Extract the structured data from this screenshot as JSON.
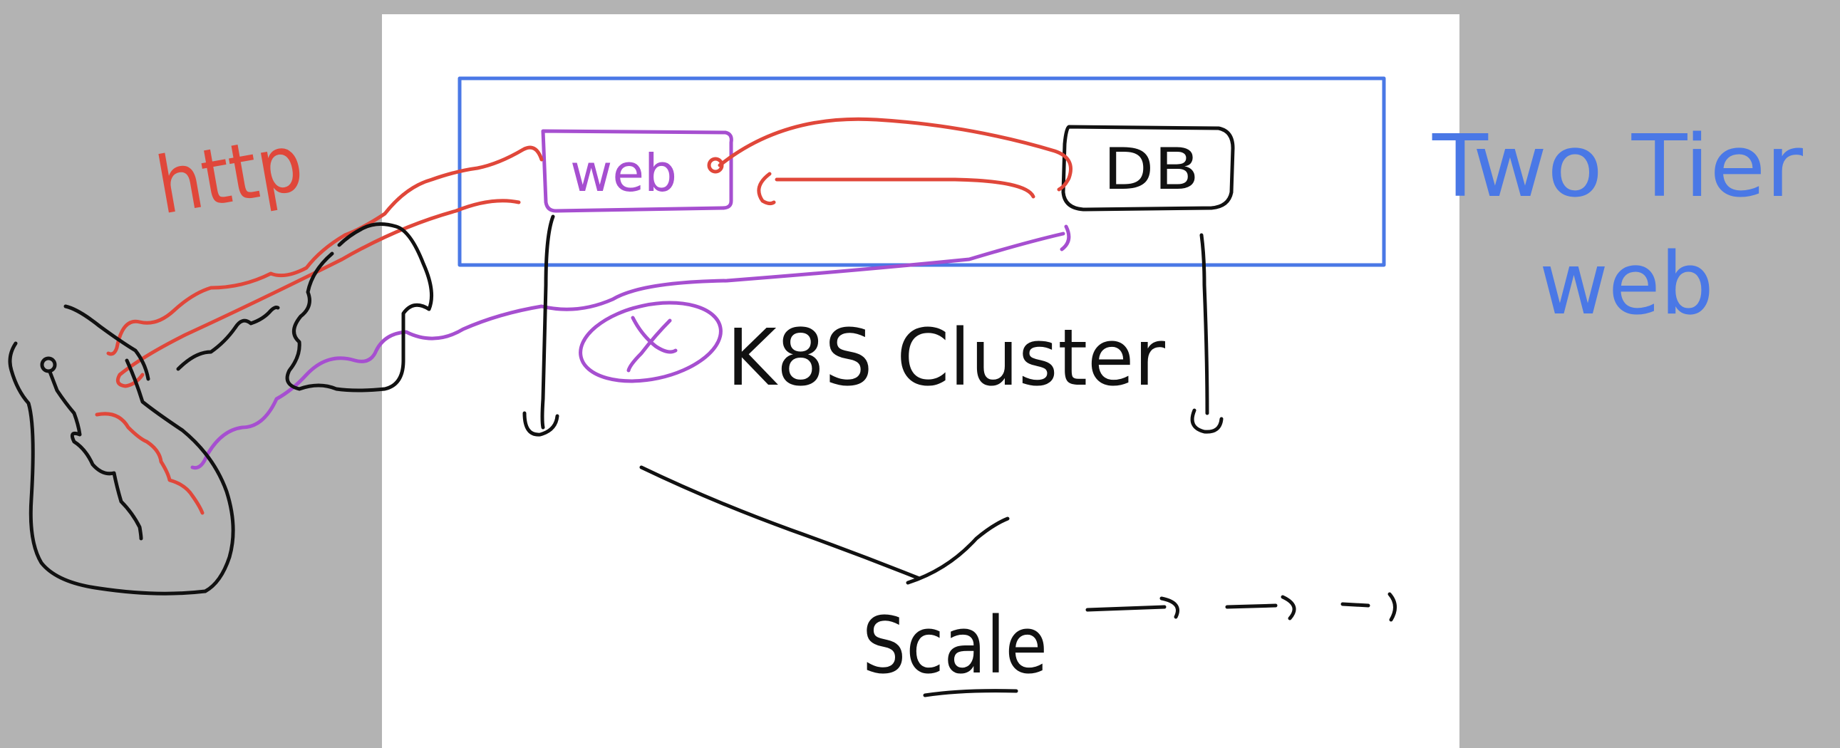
{
  "colors": {
    "background": "#b3b3b3",
    "page": "#ffffff",
    "black_ink": "#111111",
    "red_ink": "#e0473a",
    "purple_ink": "#a64fd0",
    "blue_ink": "#4a78e6"
  },
  "diagram": {
    "title_line1": "Two Tier",
    "title_line2": "web",
    "nodes": {
      "web": "web",
      "db": "DB"
    },
    "protocol_label": "http",
    "cluster_label": "K8S  Cluster",
    "scale_label": "Scale",
    "failure_mark": "x"
  }
}
